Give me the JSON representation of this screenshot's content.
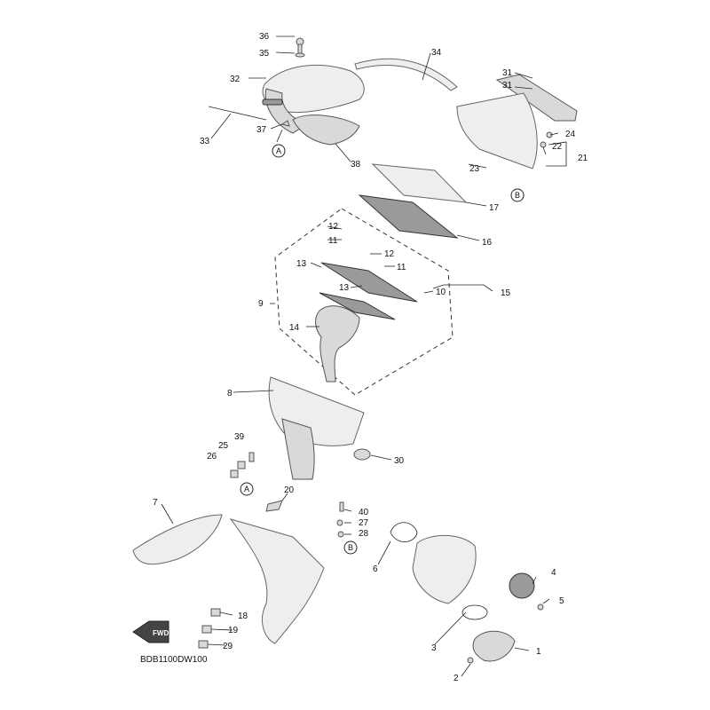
{
  "diagram_code": "BDB1100DW100",
  "fwd_arrow": {
    "label": "FWD"
  },
  "reference_marks": {
    "a": "A",
    "b": "B"
  },
  "callouts": {
    "p1": "1",
    "p2": "2",
    "p3": "3",
    "p4": "4",
    "p5": "5",
    "p6": "6",
    "p7": "7",
    "p8": "8",
    "p9": "9",
    "p10": "10",
    "p11a": "11",
    "p11b": "11",
    "p12a": "12",
    "p12b": "12",
    "p13a": "13",
    "p13b": "13",
    "p14": "14",
    "p15": "15",
    "p16": "16",
    "p17": "17",
    "p18": "18",
    "p19": "19",
    "p20": "20",
    "p21": "21",
    "p22": "22",
    "p23": "23",
    "p24": "24",
    "p25": "25",
    "p26": "26",
    "p27": "27",
    "p28": "28",
    "p29": "29",
    "p30": "30",
    "p31a": "31",
    "p31b": "31",
    "p32": "32",
    "p33": "33",
    "p34": "34",
    "p35": "35",
    "p36": "36",
    "p37": "37",
    "p38": "38",
    "p39": "39",
    "p40": "40"
  }
}
